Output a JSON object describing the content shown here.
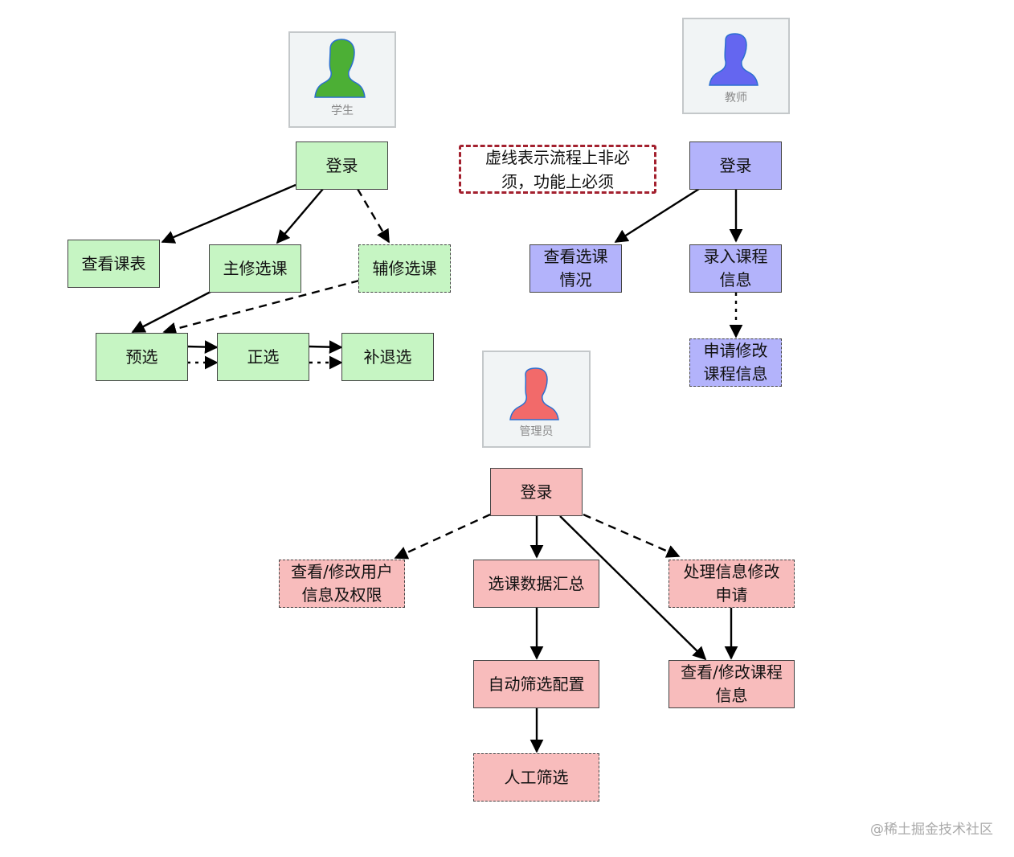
{
  "actors": {
    "student": "学生",
    "teacher": "教师",
    "admin": "管理员"
  },
  "note": "虚线表示流程上非必\n须，功能上必须",
  "student": {
    "login": "登录",
    "view_schedule": "查看课表",
    "major_select": "主修选课",
    "minor_select": "辅修选课",
    "pre_select": "预选",
    "formal_select": "正选",
    "supplement": "补退选"
  },
  "teacher": {
    "login": "登录",
    "view_selection": "查看选课\n情况",
    "enter_course": "录入课程\n信息",
    "apply_modify": "申请修改\n课程信息"
  },
  "admin": {
    "login": "登录",
    "view_user": "查看/修改用户\n信息及权限",
    "summary": "选课数据汇总",
    "handle_apply": "处理信息修改\n申请",
    "auto_config": "自动筛选配置",
    "view_course": "查看/修改课程\n信息",
    "manual_filter": "人工筛选"
  },
  "colors": {
    "student_fill": "#c6f5c3",
    "student_icon": "#4caf35",
    "teacher_fill": "#b3b3fb",
    "teacher_icon": "#6466f0",
    "admin_fill": "#f8bcbc",
    "admin_icon": "#f26a6a",
    "note_border": "#a3202e"
  },
  "watermark": "@稀土掘金技术社区"
}
